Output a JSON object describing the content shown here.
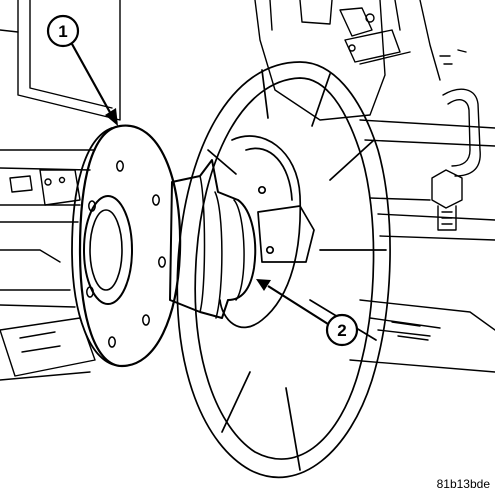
{
  "callouts": [
    {
      "label": "1"
    },
    {
      "label": "2"
    }
  ],
  "drawing_id": "81b13bde",
  "colors": {
    "line": "#000000",
    "background": "#ffffff"
  }
}
